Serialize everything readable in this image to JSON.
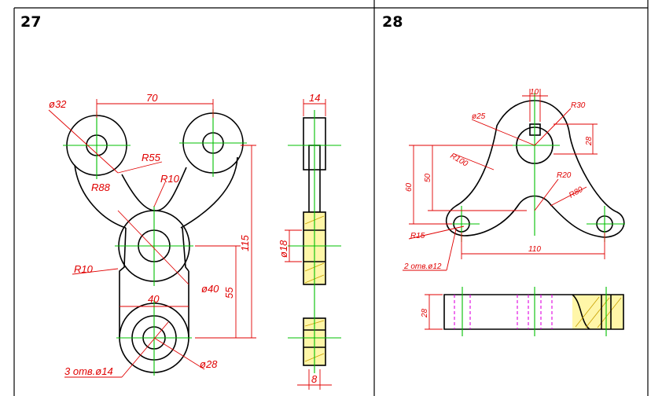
{
  "cells": [
    {
      "number": "27",
      "dims": {
        "d32": "ø32",
        "w70": "70",
        "r55": "R55",
        "r88": "R88",
        "r10a": "R10",
        "r10b": "R10",
        "d40": "ø40",
        "w40": "40",
        "h55": "55",
        "h115": "115",
        "holes": "3 отв.ø14",
        "d28": "ø28",
        "t14": "14",
        "d18": "ø18",
        "t8": "8"
      }
    },
    {
      "number": "28",
      "dims": {
        "w10": "10",
        "r30": "R30",
        "d25": "ø25",
        "h28a": "28",
        "r100": "R100",
        "r20": "R20",
        "r80": "R80",
        "h60": "60",
        "h50": "50",
        "r15": "R15",
        "w110": "110",
        "holes": "2 отв.ø12",
        "t28": "28"
      }
    }
  ],
  "colors": {
    "outline": "#000000",
    "centerline": "#00c000",
    "dimension": "#e00000",
    "hatch_fill": "#fff6a8",
    "hidden": "#e000e0"
  }
}
